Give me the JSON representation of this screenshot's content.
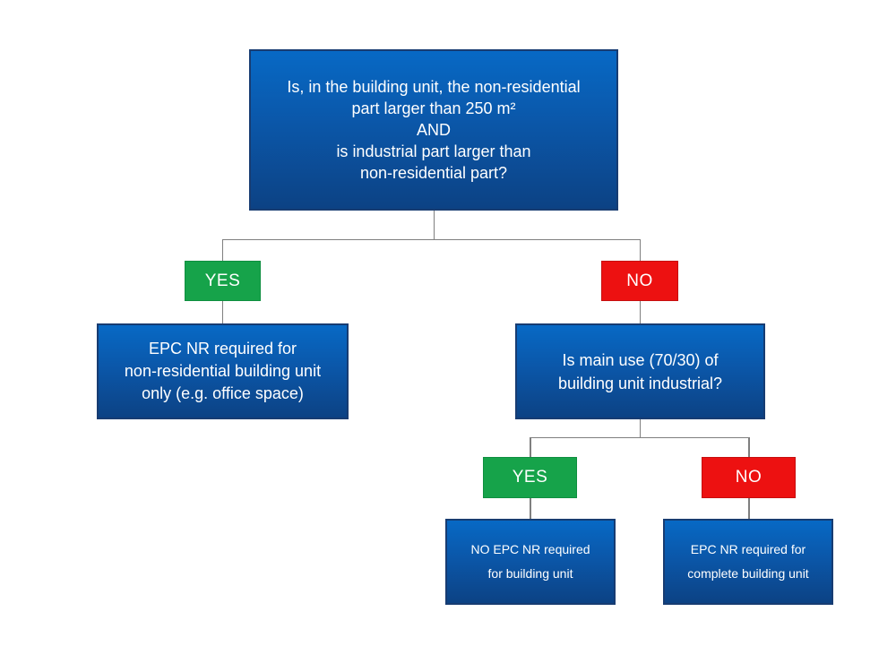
{
  "flowchart": {
    "root": {
      "question": "Is, in the building unit, the non-residential\npart larger than 250 m²\nAND\nis industrial part larger than\nnon-residential part?"
    },
    "level1": {
      "yes_label": "YES",
      "no_label": "NO",
      "yes_outcome": "EPC NR required for\nnon-residential building unit\nonly (e.g. office space)",
      "no_question": "Is main use (70/30) of\nbuilding unit industrial?"
    },
    "level2": {
      "yes_label": "YES",
      "no_label": "NO",
      "yes_outcome": "NO EPC NR required\nfor building unit",
      "no_outcome": "EPC NR required for\ncomplete building unit"
    },
    "colors": {
      "box_gradient_top": "#0769C5",
      "box_gradient_bottom": "#0C4284",
      "box_border": "#173C72",
      "yes_green": "#16A34A",
      "no_red": "#ED1111",
      "connector_gray": "#7F7F7F",
      "text": "#FFFFFF",
      "background": "#FFFFFF"
    }
  }
}
